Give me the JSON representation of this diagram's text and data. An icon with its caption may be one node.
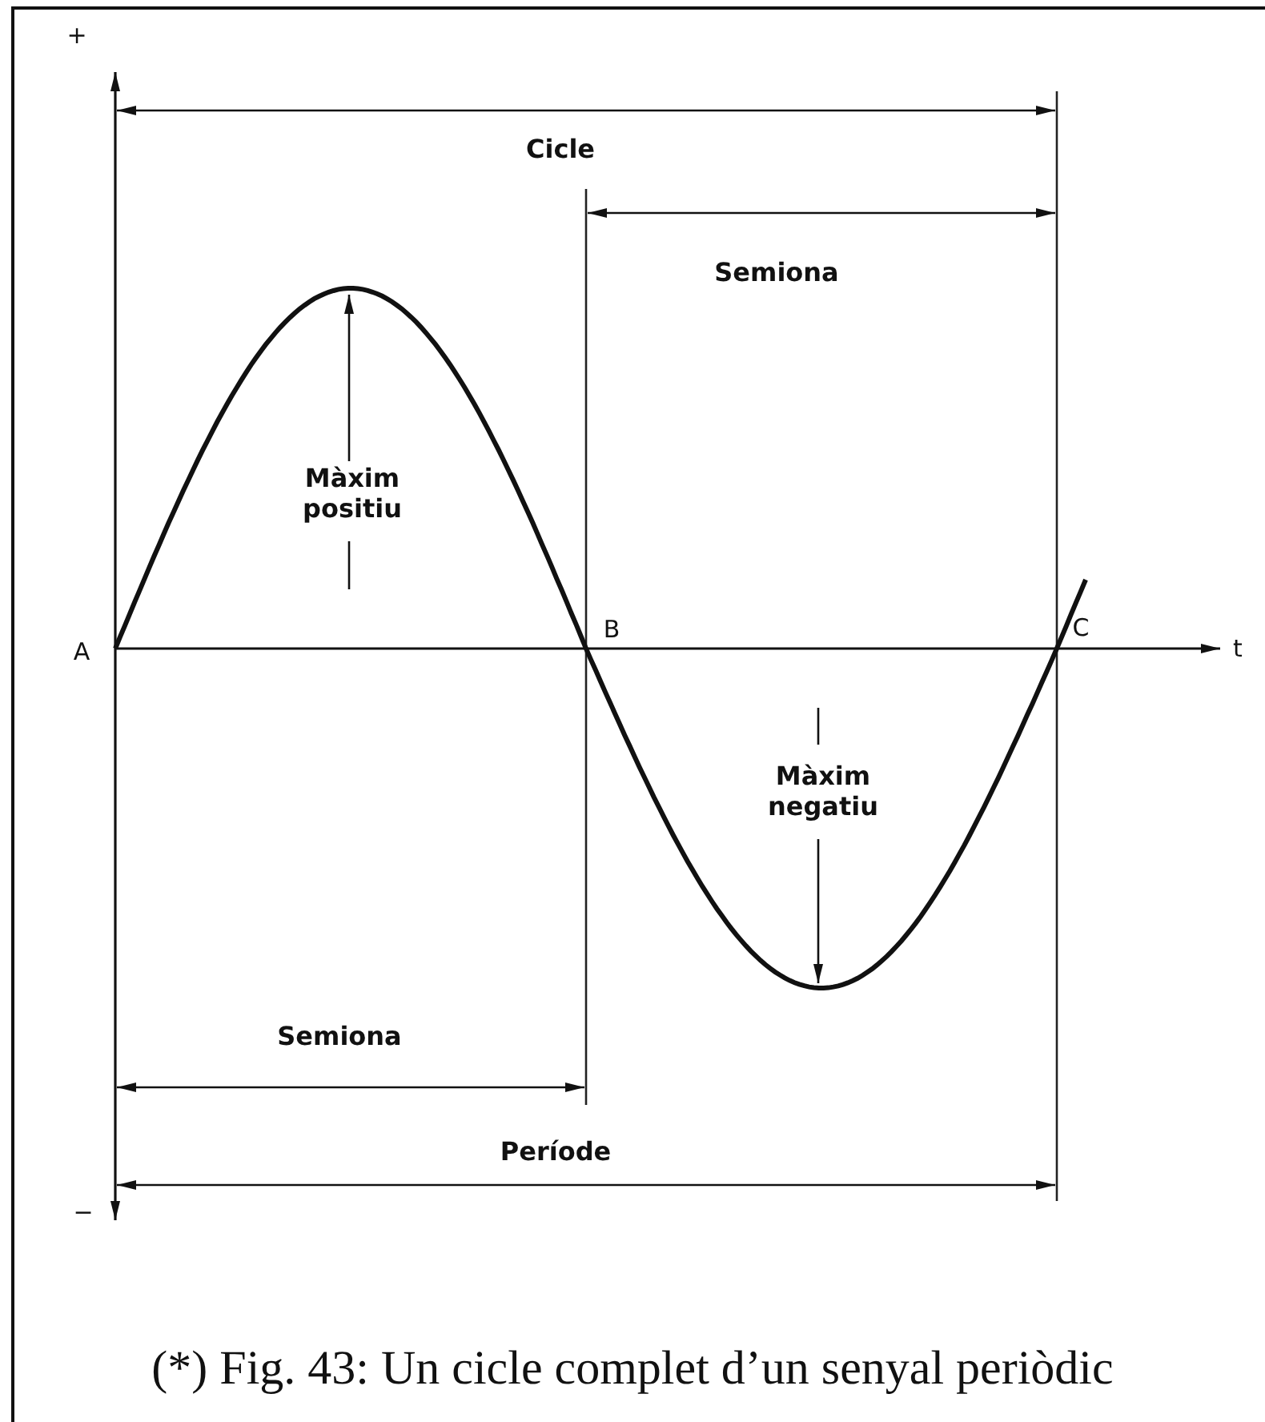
{
  "diagram": {
    "caption": "(*) Fig. 43: Un cicle complet d’un senyal periòdic",
    "labels": [
      "+",
      "Cicle",
      "Semiona",
      "Màxim positiu",
      "A",
      "B",
      "C",
      "t",
      "Màxim negatiu",
      "Semiona",
      "Període",
      "−"
    ]
  }
}
